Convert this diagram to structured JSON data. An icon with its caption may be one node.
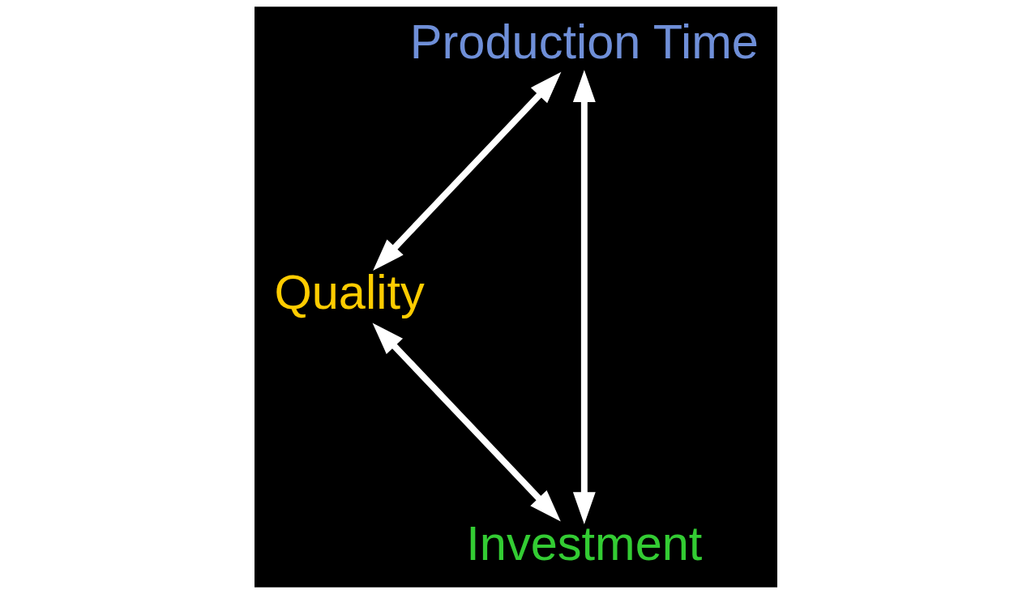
{
  "diagram": {
    "nodes": [
      {
        "text": [
          "Quality"
        ]
      },
      {
        "text": [
          "Production Time"
        ]
      },
      {
        "text": [
          "Investment"
        ]
      }
    ],
    "edges": [
      {
        "from": 1,
        "to": 0,
        "arrow": "both"
      },
      {
        "from": 0,
        "to": 2,
        "arrow": "both"
      },
      {
        "from": 1,
        "to": 2,
        "arrow": "both"
      }
    ]
  }
}
